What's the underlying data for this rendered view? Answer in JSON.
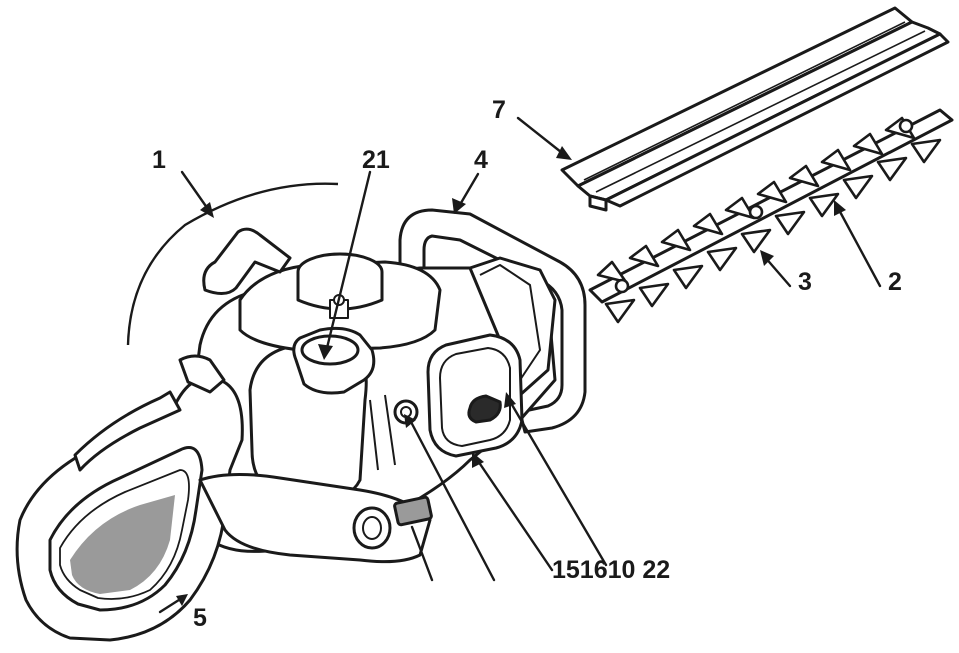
{
  "diagram": {
    "callouts": {
      "c1": "1",
      "c21": "21",
      "c4": "4",
      "c7": "7",
      "c3": "3",
      "c2": "2",
      "c5": "5",
      "c_bottom": "151610 22"
    }
  },
  "colors": {
    "line": "#1a1a1a",
    "fill": "#ffffff",
    "shade": "#9a9a9a",
    "dark": "#2a2a2a"
  }
}
